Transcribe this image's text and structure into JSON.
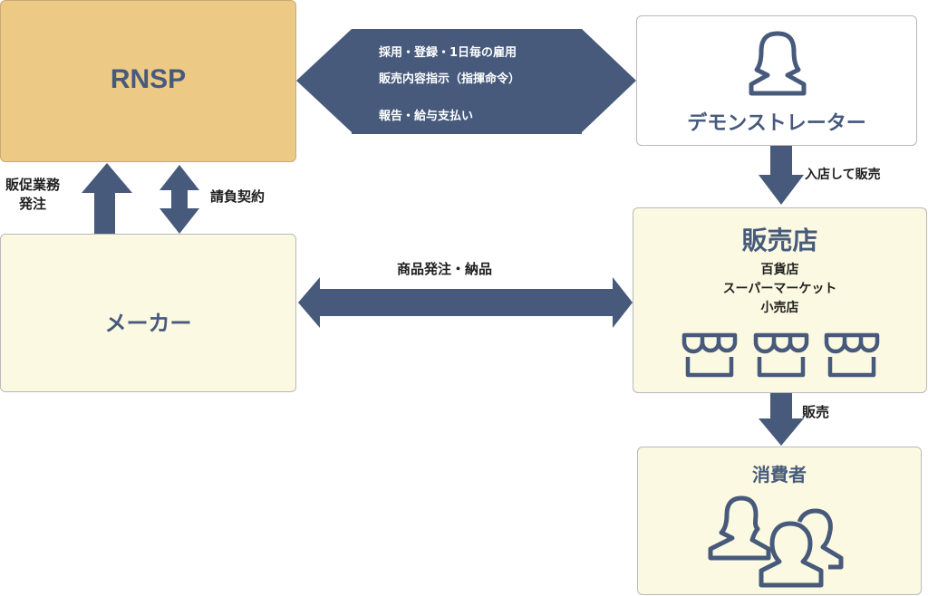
{
  "colors": {
    "arrow": "#475a7c",
    "rnsp_fill": "#ecc985",
    "box_fill": "#fbf9e1",
    "icon": "#475a7c"
  },
  "nodes": {
    "rnsp": {
      "label": "RNSP"
    },
    "maker": {
      "label": "メーカー"
    },
    "demonstrator": {
      "label": "デモンストレーター",
      "icon": "person-female-icon"
    },
    "store": {
      "label": "販売店",
      "types": [
        "百貨店",
        "スーパーマーケット",
        "小売店"
      ],
      "icon": "storefront-icon"
    },
    "consumer": {
      "label": "消費者",
      "icon": "people-group-icon"
    }
  },
  "edges": {
    "rnsp_demonstrator": {
      "lines": [
        "採用・登録・1日毎の雇用",
        "販売内容指示（指揮命令）",
        "報告・給与支払い"
      ]
    },
    "maker_rnsp_order": {
      "lines": [
        "販促業務",
        "発注"
      ]
    },
    "maker_rnsp_contract": {
      "label": "請負契約"
    },
    "maker_store": {
      "label": "商品発注・納品"
    },
    "demonstrator_store": {
      "label": "入店して販売"
    },
    "store_consumer": {
      "label": "販売"
    }
  }
}
